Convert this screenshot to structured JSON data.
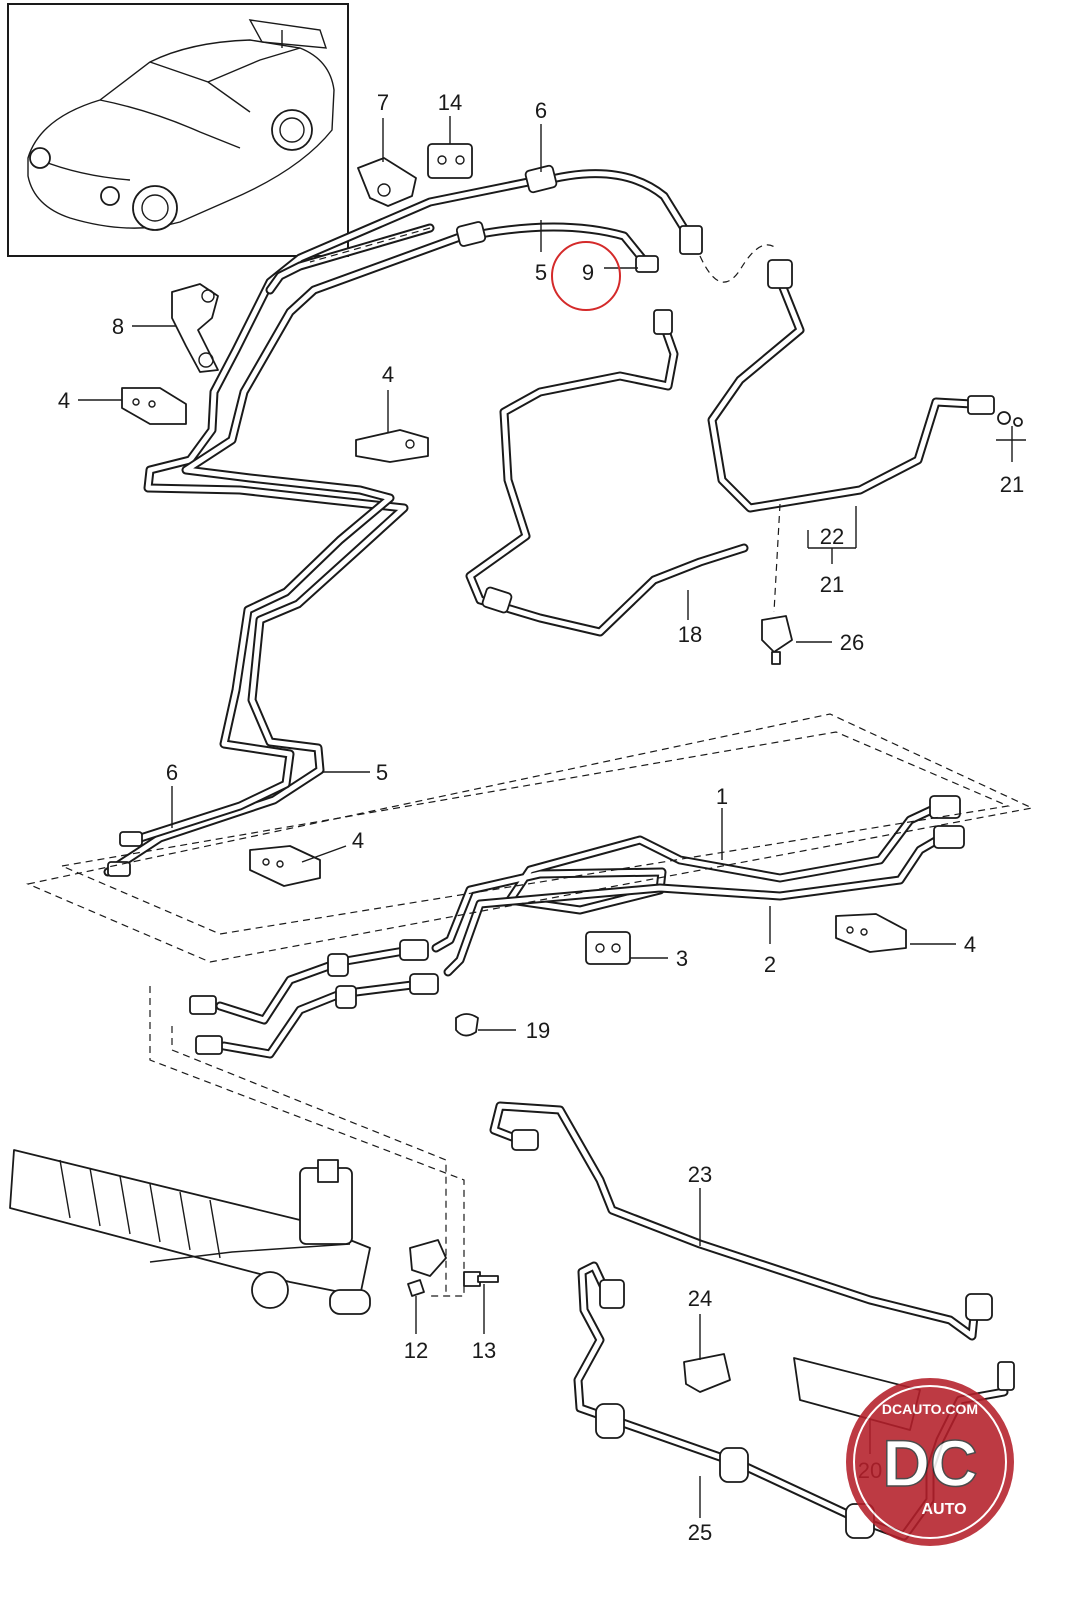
{
  "callouts": [
    {
      "id": "c1",
      "text": "1"
    },
    {
      "id": "c2",
      "text": "2"
    },
    {
      "id": "c3",
      "text": "3"
    },
    {
      "id": "c4a",
      "text": "4"
    },
    {
      "id": "c4b",
      "text": "4"
    },
    {
      "id": "c4c",
      "text": "4"
    },
    {
      "id": "c4d",
      "text": "4"
    },
    {
      "id": "c5a",
      "text": "5"
    },
    {
      "id": "c5b",
      "text": "5"
    },
    {
      "id": "c6a",
      "text": "6"
    },
    {
      "id": "c6b",
      "text": "6"
    },
    {
      "id": "c7",
      "text": "7"
    },
    {
      "id": "c8",
      "text": "8"
    },
    {
      "id": "c9",
      "text": "9"
    },
    {
      "id": "c12",
      "text": "12"
    },
    {
      "id": "c13",
      "text": "13"
    },
    {
      "id": "c14",
      "text": "14"
    },
    {
      "id": "c18",
      "text": "18"
    },
    {
      "id": "c19",
      "text": "19"
    },
    {
      "id": "c20",
      "text": "20"
    },
    {
      "id": "c21a",
      "text": "21"
    },
    {
      "id": "c21b",
      "text": "21"
    },
    {
      "id": "c22",
      "text": "22"
    },
    {
      "id": "c23",
      "text": "23"
    },
    {
      "id": "c24",
      "text": "24"
    },
    {
      "id": "c25",
      "text": "25"
    },
    {
      "id": "c26",
      "text": "26"
    }
  ],
  "highlight": {
    "callout": "9",
    "color": "#d42a2a"
  },
  "watermark": {
    "site": "DCAUTO.COM",
    "mark": "DC",
    "sub": "AUTO"
  },
  "colors": {
    "line": "#1a1a1a",
    "background": "#ffffff",
    "watermark": "#b51f2a"
  }
}
